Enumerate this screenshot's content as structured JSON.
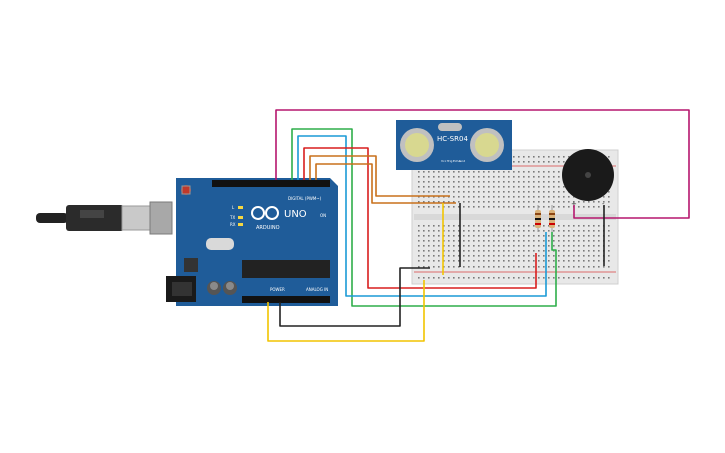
{
  "board": {
    "brand": "ARDUINO",
    "model": "UNO",
    "header_digital": "DIGITAL (PWM~)",
    "header_power": "POWER",
    "header_analog": "ANALOG IN",
    "led_l": "L",
    "led_tx": "TX",
    "led_rx": "RX",
    "on_label": "ON"
  },
  "sensor": {
    "model": "HC-SR04",
    "pins": [
      "Vcc",
      "Trig",
      "Echo",
      "Gnd"
    ]
  },
  "buzzer": {
    "plus": "+",
    "minus": "-"
  },
  "colors": {
    "board": "#1f5c99",
    "breadboard": "#e8e8e8",
    "wire_magenta": "#b5176e",
    "wire_green": "#2eae4a",
    "wire_cyan": "#1a9ad6",
    "wire_red": "#d91e1e",
    "wire_orange": "#c8701b",
    "wire_black": "#222222",
    "wire_yellow": "#f2c400"
  }
}
